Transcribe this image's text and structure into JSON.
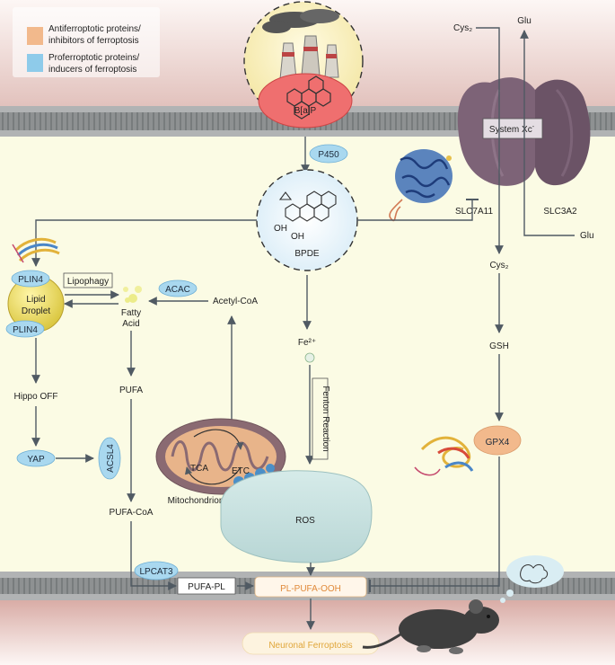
{
  "legend": {
    "anti": {
      "line1": "Antiferroptotic proteins/",
      "line2": "inhibitors of ferroptosis",
      "color": "#f2b98c"
    },
    "pro": {
      "line1": "Proferroptotic proteins/",
      "line2": "inducers of ferroptosis",
      "color": "#8ecbea"
    }
  },
  "source": {
    "label": "B[a]P"
  },
  "system_xc": {
    "label": "System Xc",
    "superscript": "-"
  },
  "labels": {
    "cys2_top": "Cys₂",
    "glu_top": "Glu",
    "glu_right": "Glu",
    "cys2_mid": "Cys₂",
    "gsh": "GSH",
    "slc3a2": "SLC3A2",
    "slc7a11": "SLC7A11",
    "bpde": "BPDE",
    "oh1": "OH",
    "oh2": "OH",
    "lipid_droplet_1": "Lipid",
    "lipid_droplet_2": "Droplet",
    "lipophagy": "Lipophagy",
    "fatty_acid_1": "Fatty",
    "fatty_acid_2": "Acid",
    "acetyl_coa": "Acetyl-CoA",
    "fe": "Fe²⁺",
    "fenton": "Fenton Reaction",
    "hippo": "Hippo OFF",
    "pufa": "PUFA",
    "pufa_coa": "PUFA-CoA",
    "tca": "TCA",
    "etc": "ETC",
    "mitochondrion": "Mitochondrion",
    "ros": "ROS",
    "pufa_pl": "PUFA-PL",
    "pl_pufa_ooh": "PL-PUFA-OOH",
    "outcome": "Neuronal Ferroptosis"
  },
  "pills": {
    "p450": "P450",
    "plin4_top": "PLIN4",
    "plin4_bottom": "PLIN4",
    "acac": "ACAC",
    "yap": "YAP",
    "acsl4": "ACSL4",
    "lpcat3": "LPCAT3",
    "gpx4": "GPX4"
  },
  "colors": {
    "membrane_head": "#b1b3b4",
    "membrane_band": "#8e9192",
    "cytoplasm": "#fbfbe4",
    "outside": "#e7cfcb",
    "pro_pill": "#a9d8ef",
    "anti_pill": "#f2b98c",
    "arrow": "#505a63",
    "ros": "#c9e1e0",
    "mito_outer": "#8a6a72",
    "outcome_text": "#e0a63a",
    "pl_text": "#e08a3a"
  }
}
